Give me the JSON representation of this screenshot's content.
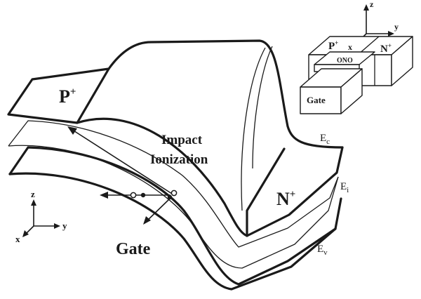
{
  "main": {
    "p_plus": "P",
    "p_plus_sup": "+",
    "n_plus": "N",
    "n_plus_sup": "+",
    "impact_line1": "Impact",
    "impact_line2": "Ionization",
    "gate": "Gate",
    "ec": "E",
    "ec_sub": "c",
    "ei": "E",
    "ei_sub": "i",
    "ev": "E",
    "ev_sub": "v"
  },
  "axes": {
    "z": "z",
    "y": "y",
    "x": "x"
  },
  "inset": {
    "p_plus": "P",
    "p_plus_sup": "+",
    "n_plus": "N",
    "n_plus_sup": "+",
    "ono": "ONO",
    "gate": "Gate",
    "z": "z",
    "y": "y",
    "x": "x"
  }
}
